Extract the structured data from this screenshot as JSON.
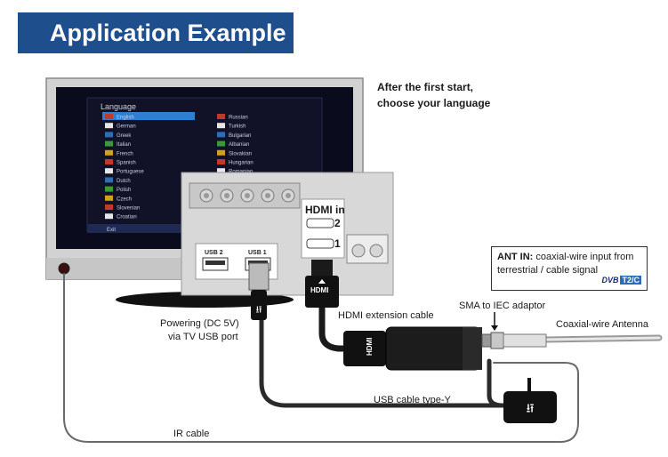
{
  "header": {
    "title": "Application Example"
  },
  "instruction": {
    "line1": "After the first start,",
    "line2": "choose your language"
  },
  "tv_menu": {
    "title": "Language",
    "left_items": [
      "English",
      "German",
      "Greek",
      "Italian",
      "French",
      "Spanish",
      "Portuguese",
      "Dutch",
      "Polish",
      "Czech",
      "Slovenian",
      "Croatian"
    ],
    "right_items": [
      "Russian",
      "Turkish",
      "Bulgarian",
      "Albanian",
      "Slovakian",
      "Hungarian",
      "Romanian"
    ],
    "footer": "Exit",
    "selected_index": 0
  },
  "ports": {
    "hdmi_in": "HDMI in",
    "hdmi_2": "2",
    "hdmi_1": "1",
    "usb_2": "USB 2",
    "usb_1": "USB 1",
    "hdmi_plug": "HDMI"
  },
  "labels": {
    "powering_1": "Powering (DC 5V)",
    "powering_2": "via TV USB port",
    "hdmi_extension": "HDMI extension cable",
    "sma_adaptor": "SMA to IEC adaptor",
    "coax_antenna": "Coaxial-wire Antenna",
    "usb_cable": "USB cable type-Y",
    "ir_cable": "IR cable"
  },
  "ant_in": {
    "bold": "ANT IN:",
    "text1": " coaxial-wire input from",
    "text2": "terrestrial / cable signal",
    "logo_dvb": "DVB",
    "logo_t2c": "T2/C"
  },
  "colors": {
    "header_bg": "#1f4e8c",
    "screen_bg": "#0b0b1e",
    "menu_select": "#2f7fd0"
  }
}
